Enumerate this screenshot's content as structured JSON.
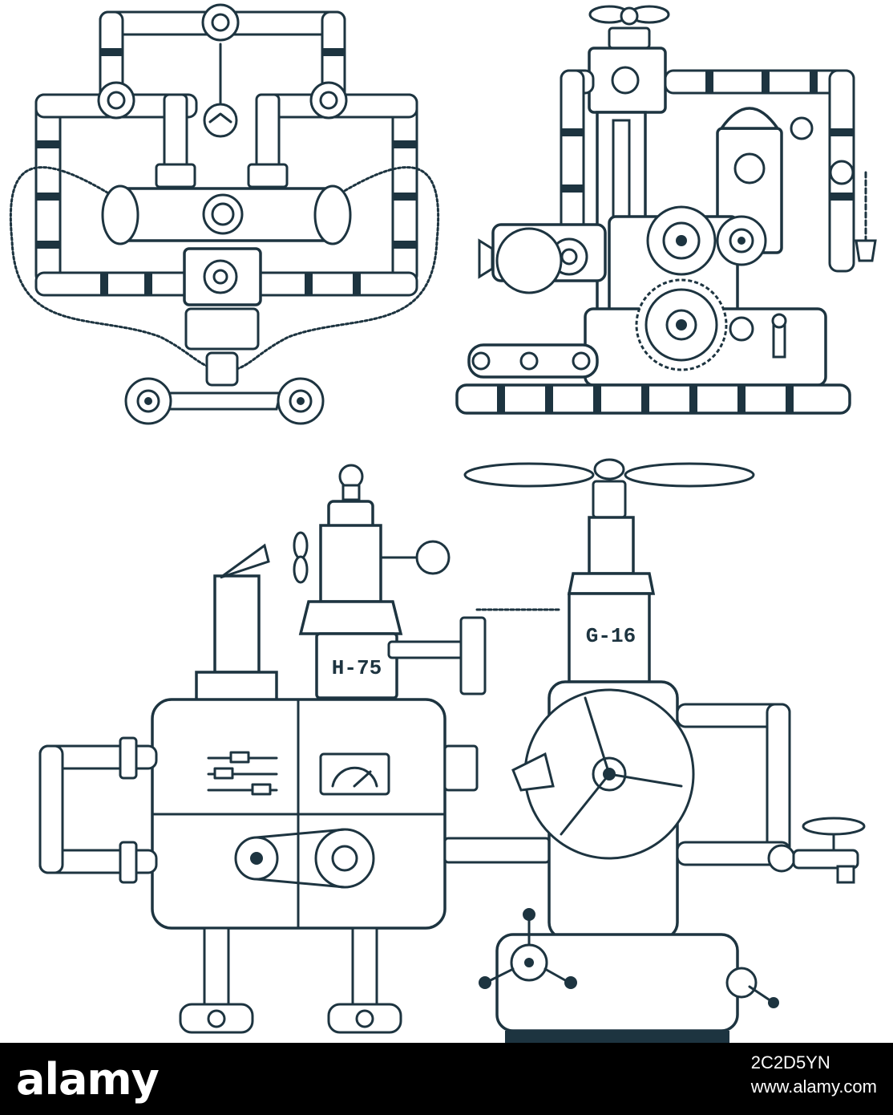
{
  "artwork": {
    "machine_labels": [
      "H-75",
      "G-16"
    ]
  },
  "watermark": {
    "brand": "alamy",
    "image_id_value": "2C2D5YN",
    "url": "www.alamy.com"
  }
}
